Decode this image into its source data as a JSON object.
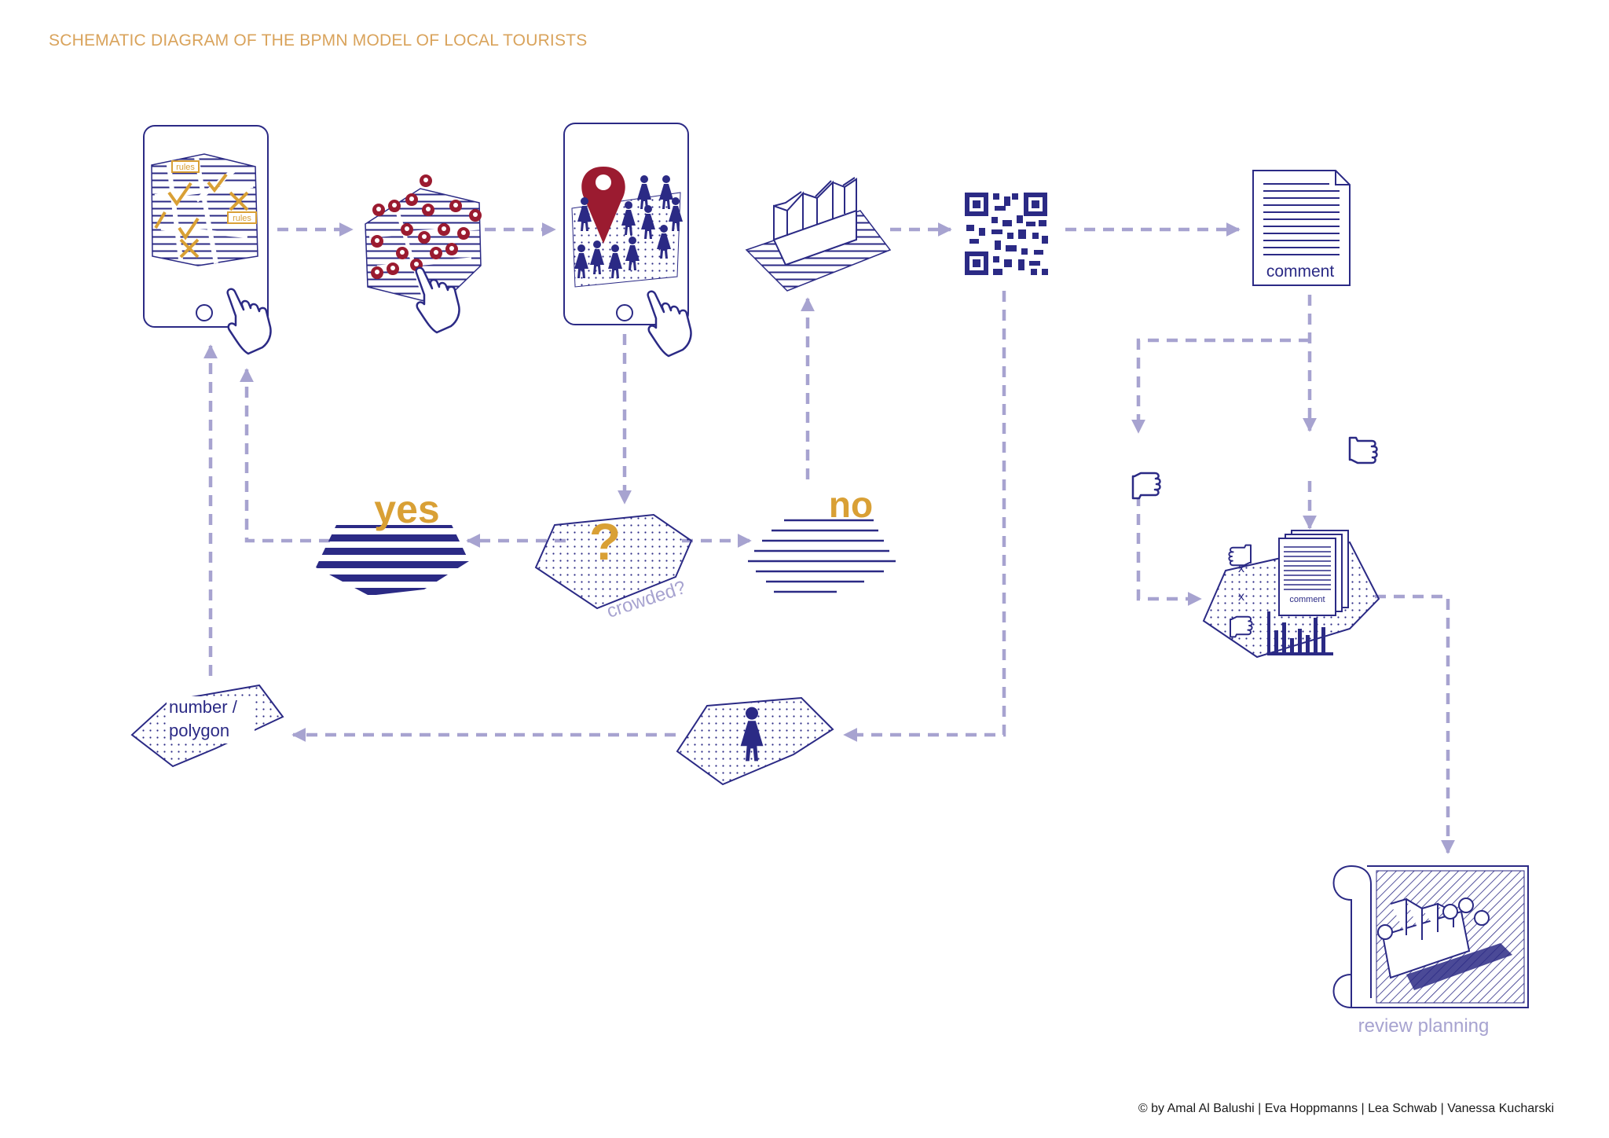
{
  "title": "SCHEMATIC DIAGRAM OF THE BPMN MODEL OF LOCAL TOURISTS",
  "credit": "© by Amal Al Balushi | Eva Hoppmanns | Lea Schwab | Vanessa Kucharski",
  "colors": {
    "navy": "#2b2a85",
    "orange": "#d9a035",
    "red": "#9b1b30",
    "flow": "#a7a3d0",
    "title": "#d9a35b"
  },
  "labels": {
    "rules_1": "rules",
    "rules_2": "rules",
    "yes": "yes",
    "question": "?",
    "crowded": "crowded?",
    "no": "no",
    "comment": "comment",
    "comment_small": "comment",
    "x_1": "x",
    "x_2": "x",
    "number_polygon_1": "number /",
    "number_polygon_2": "polygon",
    "review_planning": "review planning"
  },
  "icons": [
    "phone-map-icon",
    "touch-hand-icon",
    "map-pins-icon",
    "phone-location-icon",
    "building-icon",
    "qr-code-icon",
    "comment-document-icon",
    "thumbs-down-icon",
    "thumbs-up-icon",
    "results-icon",
    "bar-chart-icon",
    "person-icon",
    "review-planning-icon"
  ]
}
